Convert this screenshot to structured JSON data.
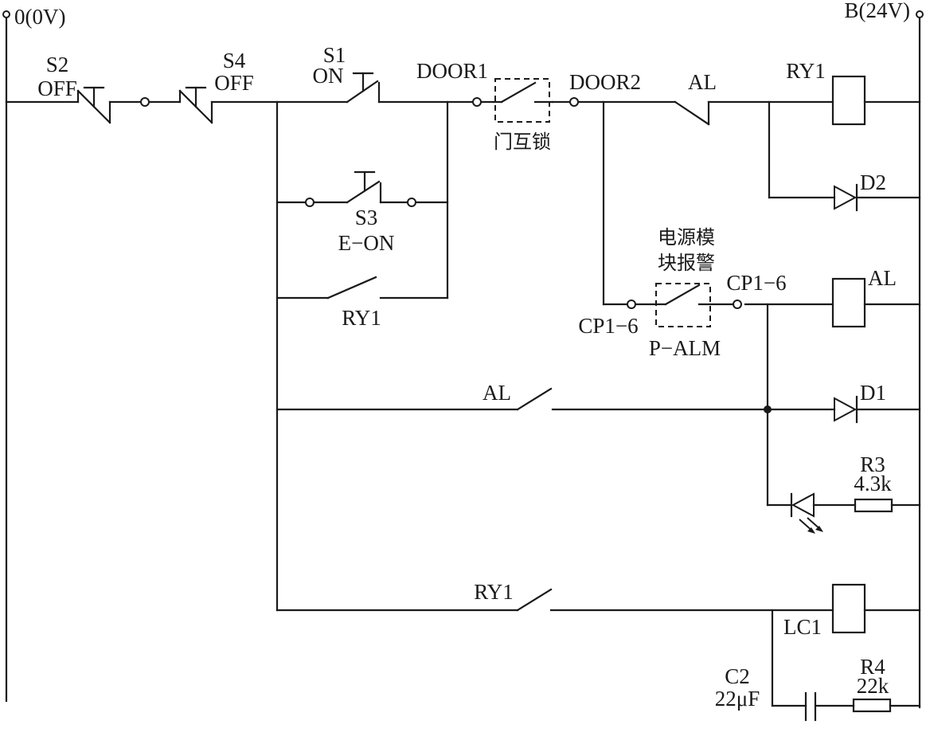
{
  "rails": {
    "left_label": "0(0V)",
    "right_label": "B(24V)"
  },
  "switches": {
    "s2": {
      "name": "S2",
      "function": "OFF"
    },
    "s4": {
      "name": "S4",
      "function": "OFF"
    },
    "s1": {
      "name": "S1",
      "function": "ON"
    },
    "s3": {
      "name": "S3",
      "function": "E−ON"
    },
    "door1": "DOOR1",
    "door2": "DOOR2",
    "door_interlock": "门互锁",
    "al_contact_top": "AL",
    "ry1_self_hold": "RY1",
    "al_contact_mid": "AL",
    "ry1_contact_bottom": "RY1"
  },
  "power_alarm": {
    "title_line1": "电源模",
    "title_line2": "块报警",
    "left_terminal": "CP1−6",
    "right_terminal": "CP1−6",
    "contact": "P−ALM"
  },
  "components": {
    "ry1_coil": "RY1",
    "d2": "D2",
    "al_coil": "AL",
    "d1": "D1",
    "r3_name": "R3",
    "r3_value": "4.3k",
    "lc1_coil": "LC1",
    "c2_name": "C2",
    "c2_value": "22μF",
    "r4_name": "R4",
    "r4_value": "22k"
  }
}
